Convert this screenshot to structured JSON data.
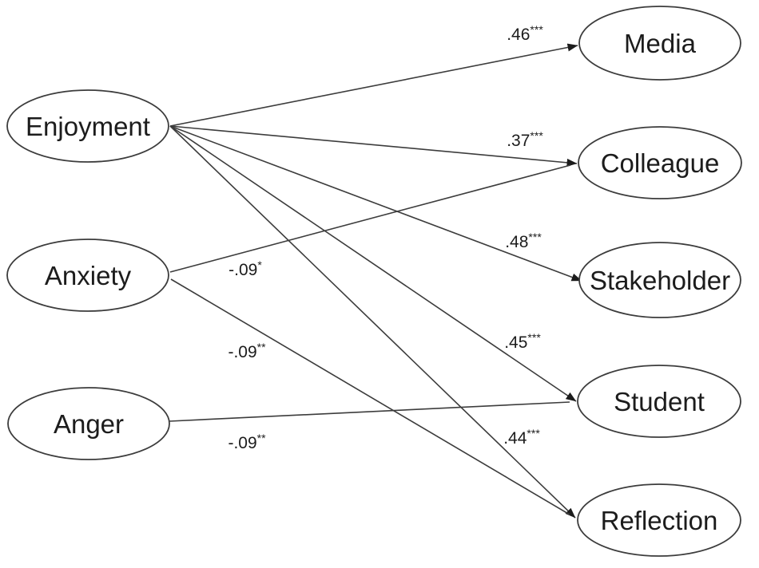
{
  "diagram": {
    "type": "path-model",
    "colors": {
      "background": "#ffffff",
      "stroke": "#3c3c3c",
      "text": "#1c1c1c"
    },
    "nodes": {
      "enjoyment": {
        "label": "Enjoyment"
      },
      "anxiety": {
        "label": "Anxiety"
      },
      "anger": {
        "label": "Anger"
      },
      "media": {
        "label": "Media"
      },
      "colleague": {
        "label": "Colleague"
      },
      "stakeholder": {
        "label": "Stakeholder"
      },
      "student": {
        "label": "Student"
      },
      "reflection": {
        "label": "Reflection"
      }
    },
    "edges": [
      {
        "from": "Enjoyment",
        "to": "Media",
        "coefficient": ".46",
        "stars": "***"
      },
      {
        "from": "Enjoyment",
        "to": "Colleague",
        "coefficient": ".37",
        "stars": "***"
      },
      {
        "from": "Enjoyment",
        "to": "Stakeholder",
        "coefficient": ".48",
        "stars": "***"
      },
      {
        "from": "Enjoyment",
        "to": "Student",
        "coefficient": ".45",
        "stars": "***"
      },
      {
        "from": "Enjoyment",
        "to": "Reflection",
        "coefficient": ".44",
        "stars": "***"
      },
      {
        "from": "Anxiety",
        "to": "Colleague",
        "coefficient": "-.09",
        "stars": "*"
      },
      {
        "from": "Anxiety",
        "to": "Reflection",
        "coefficient": "-.09",
        "stars": "**"
      },
      {
        "from": "Anger",
        "to": "Student",
        "coefficient": "-.09",
        "stars": "**"
      }
    ]
  }
}
